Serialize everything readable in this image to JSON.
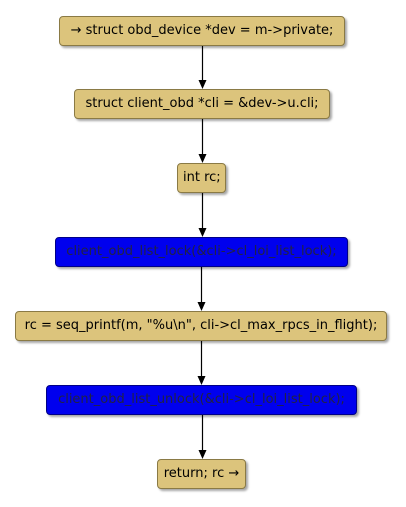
{
  "flowchart": {
    "nodes": [
      {
        "id": "n1",
        "label": "→ struct obd_device *dev = m->private;",
        "style": "normal"
      },
      {
        "id": "n2",
        "label": "struct client_obd *cli = &dev->u.cli;",
        "style": "normal"
      },
      {
        "id": "n3",
        "label": "int rc;",
        "style": "normal"
      },
      {
        "id": "n4",
        "label": "client_obd_list_lock(&cli->cl_loi_list_lock);",
        "style": "highlight"
      },
      {
        "id": "n5",
        "label": "rc = seq_printf(m, \"%u\\n\", cli->cl_max_rpcs_in_flight);",
        "style": "normal"
      },
      {
        "id": "n6",
        "label": "client_obd_list_unlock(&cli->cl_loi_list_lock);",
        "style": "highlight"
      },
      {
        "id": "n7",
        "label": "return; rc →",
        "style": "normal"
      }
    ],
    "edges": [
      {
        "from": "n1",
        "to": "n2"
      },
      {
        "from": "n2",
        "to": "n3"
      },
      {
        "from": "n3",
        "to": "n4"
      },
      {
        "from": "n4",
        "to": "n5"
      },
      {
        "from": "n5",
        "to": "n6"
      },
      {
        "from": "n6",
        "to": "n7"
      }
    ],
    "colors": {
      "node_fill": "#dcc47c",
      "node_highlight": "#0000ee",
      "edge": "#000000"
    }
  }
}
